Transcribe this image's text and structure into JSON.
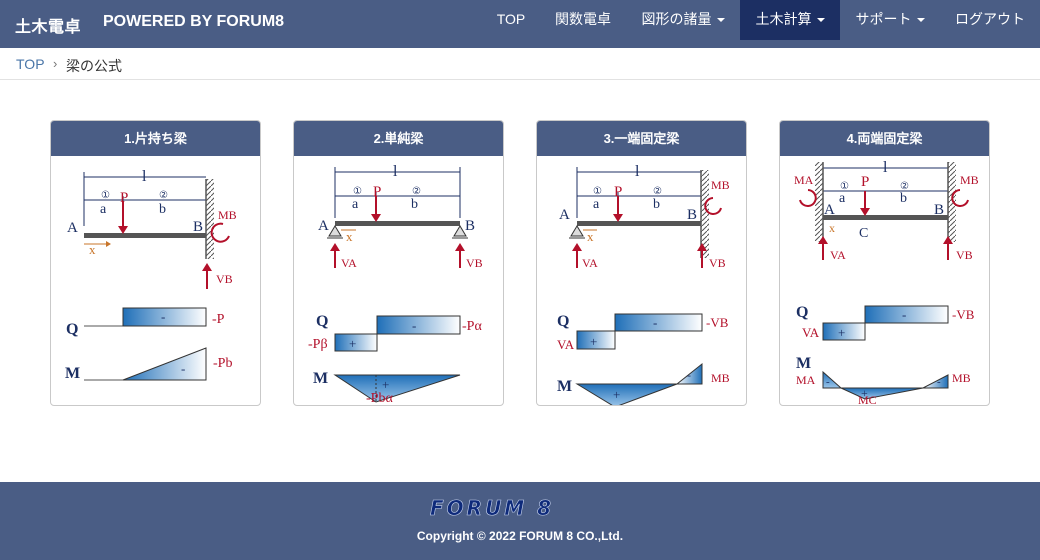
{
  "header": {
    "brand": "土木電卓",
    "subtitle": "POWERED BY FORUM8",
    "nav": [
      {
        "label": "TOP"
      },
      {
        "label": "関数電卓"
      },
      {
        "label": "図形の諸量"
      },
      {
        "label": "土木計算"
      },
      {
        "label": "サポート"
      },
      {
        "label": "ログアウト"
      }
    ]
  },
  "breadcrumb": {
    "home": "TOP",
    "separator": "›",
    "current": "梁の公式"
  },
  "cards": [
    {
      "title": "1.片持ち梁",
      "labels": {
        "length": "l",
        "a": "a",
        "b": "b",
        "n1": "①",
        "n2": "②",
        "p": "P",
        "A": "A",
        "B": "B",
        "x": "x",
        "mb": "MB",
        "vb": "VB",
        "q": "Q",
        "m": "M",
        "q_sign": "-",
        "q_value": "-P",
        "m_sign": "-",
        "m_value": "-Pb"
      }
    },
    {
      "title": "2.単純梁",
      "labels": {
        "length": "l",
        "a": "a",
        "b": "b",
        "n1": "①",
        "n2": "②",
        "p": "P",
        "A": "A",
        "B": "B",
        "x": "x",
        "va": "VA",
        "vb": "VB",
        "q": "Q",
        "m": "M",
        "q_neg": "-",
        "q_neg_value": "-Pα",
        "q_pos": "+",
        "q_pos_value": "-Pβ",
        "m_sign": "+",
        "m_value": "-Pbα"
      }
    },
    {
      "title": "3.一端固定梁",
      "labels": {
        "length": "l",
        "a": "a",
        "b": "b",
        "n1": "①",
        "n2": "②",
        "p": "P",
        "A": "A",
        "B": "B",
        "x": "x",
        "mb": "MB",
        "va": "VA",
        "vb": "VB",
        "q": "Q",
        "m": "M",
        "q_neg": "-",
        "q_neg_value": "-VB",
        "q_pos": "+",
        "q_pos_value": "VA",
        "m_pos": "+",
        "m_neg": "-",
        "m_value": "MB"
      }
    },
    {
      "title": "4.両端固定梁",
      "labels": {
        "length": "l",
        "a": "a",
        "b": "b",
        "n1": "①",
        "n2": "②",
        "p": "P",
        "A": "A",
        "B": "B",
        "C": "C",
        "x": "x",
        "ma": "MA",
        "mb": "MB",
        "va": "VA",
        "vb": "VB",
        "q": "Q",
        "m": "M",
        "q_neg": "-",
        "q_neg_value": "-VB",
        "q_pos": "+",
        "q_pos_value": "VA",
        "m_left_sign": "-",
        "m_right_sign": "-",
        "m_mid_sign": "+",
        "m_left": "MA",
        "m_right": "MB",
        "m_mid": "MC"
      }
    }
  ],
  "footer": {
    "logo": "FORUM 8",
    "copyright": "Copyright © 2022 FORUM 8 CO.,Ltd."
  },
  "colors": {
    "navbar": "#4a5d85",
    "nav_active": "#1c2f63",
    "force": "#b3102a",
    "beam": "#555555",
    "diagram": "#3a86c8"
  }
}
